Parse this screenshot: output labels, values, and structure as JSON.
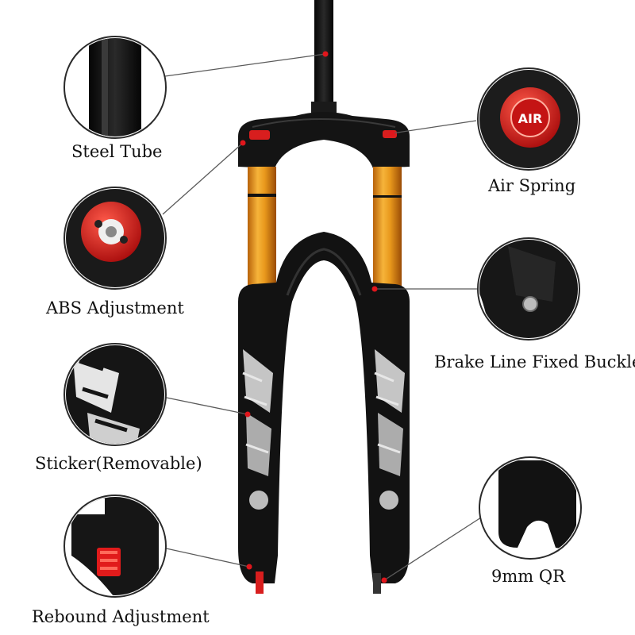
{
  "callouts": {
    "steel_tube": "Steel Tube",
    "abs_adjustment": "ABS Adjustment",
    "sticker": "Sticker(Removable)",
    "rebound_adjustment": "Rebound Adjustment",
    "air_spring": "Air Spring",
    "brake_line": "Brake Line Fixed Buckle",
    "qr": "9mm QR"
  },
  "colors": {
    "fork_black": "#111111",
    "stanchion_orange": "#e8981c",
    "accent_red": "#d81e1e",
    "marker_red": "#e0161c",
    "leader_line": "#5a5a5a"
  }
}
